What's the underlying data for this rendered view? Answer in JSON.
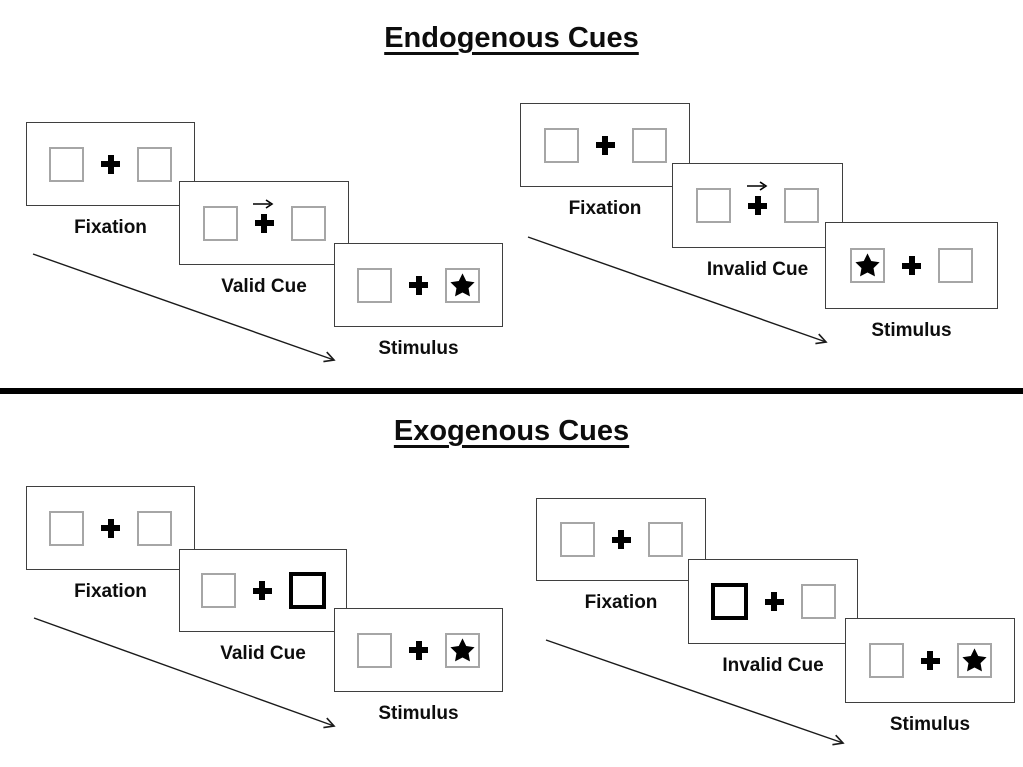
{
  "colors": {
    "background": "#ffffff",
    "panel_border": "#3f3f3f",
    "box_border": "#a6a6a6",
    "highlight_border": "#000000",
    "symbol": "#000000",
    "divider": "#000000",
    "text": "#0d0d0d"
  },
  "sections": [
    {
      "title": "Endogenous Cues",
      "trials": [
        {
          "name": "valid-trial",
          "steps": [
            {
              "label": "Fixation",
              "left_box": "empty",
              "center_symbol": "fixation-cross",
              "right_box": "empty"
            },
            {
              "label": "Valid Cue",
              "left_box": "empty",
              "center_symbol": "fixation-cross",
              "cue_symbol": "right-arrow-above-cross",
              "right_box": "empty"
            },
            {
              "label": "Stimulus",
              "left_box": "empty",
              "center_symbol": "fixation-cross",
              "right_box": "star"
            }
          ]
        },
        {
          "name": "invalid-trial",
          "steps": [
            {
              "label": "Fixation",
              "left_box": "empty",
              "center_symbol": "fixation-cross",
              "right_box": "empty"
            },
            {
              "label": "Invalid Cue",
              "left_box": "empty",
              "center_symbol": "fixation-cross",
              "cue_symbol": "right-arrow-above-cross",
              "right_box": "empty"
            },
            {
              "label": "Stimulus",
              "left_box": "star",
              "center_symbol": "fixation-cross",
              "right_box": "empty"
            }
          ]
        }
      ]
    },
    {
      "title": "Exogenous Cues",
      "trials": [
        {
          "name": "valid-trial",
          "steps": [
            {
              "label": "Fixation",
              "left_box": "empty",
              "center_symbol": "fixation-cross",
              "right_box": "empty"
            },
            {
              "label": "Valid Cue",
              "left_box": "empty",
              "center_symbol": "fixation-cross",
              "right_box": "highlighted"
            },
            {
              "label": "Stimulus",
              "left_box": "empty",
              "center_symbol": "fixation-cross",
              "right_box": "star"
            }
          ]
        },
        {
          "name": "invalid-trial",
          "steps": [
            {
              "label": "Fixation",
              "left_box": "empty",
              "center_symbol": "fixation-cross",
              "right_box": "empty"
            },
            {
              "label": "Invalid Cue",
              "left_box": "highlighted",
              "center_symbol": "fixation-cross",
              "right_box": "empty"
            },
            {
              "label": "Stimulus",
              "left_box": "empty",
              "center_symbol": "fixation-cross",
              "right_box": "star"
            }
          ]
        }
      ]
    }
  ]
}
